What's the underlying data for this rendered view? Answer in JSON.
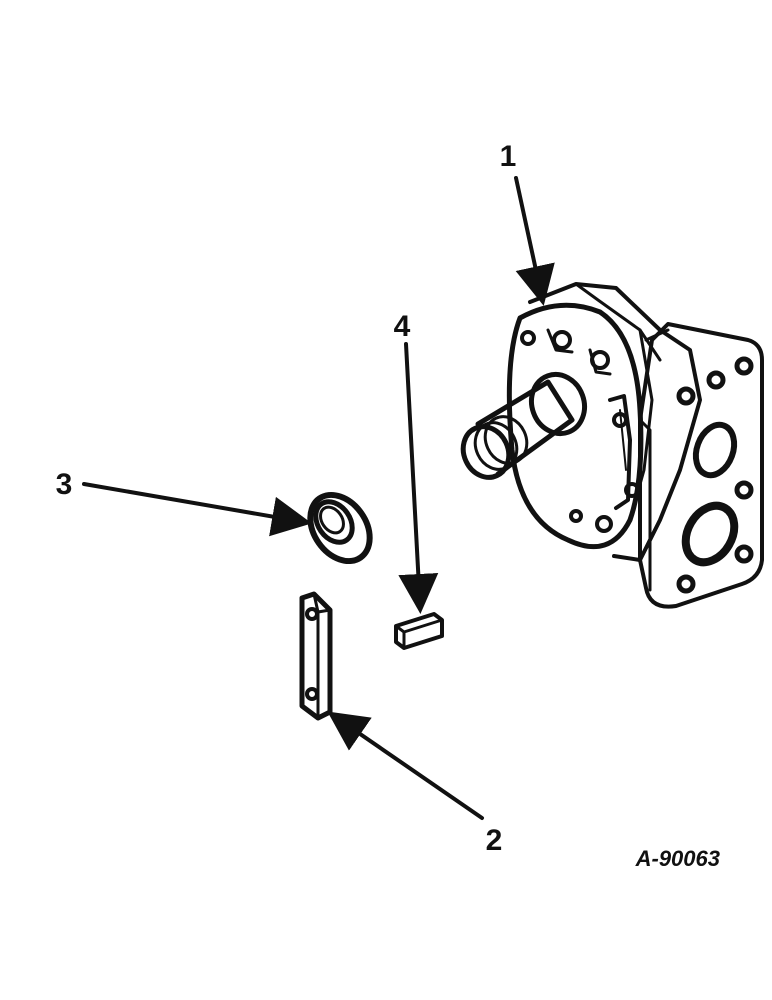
{
  "callouts": {
    "part1": "1",
    "part2": "2",
    "part3": "3",
    "part4": "4"
  },
  "reference_code": "A-90063",
  "colors": {
    "ink": "#111111",
    "paper": "#ffffff"
  }
}
